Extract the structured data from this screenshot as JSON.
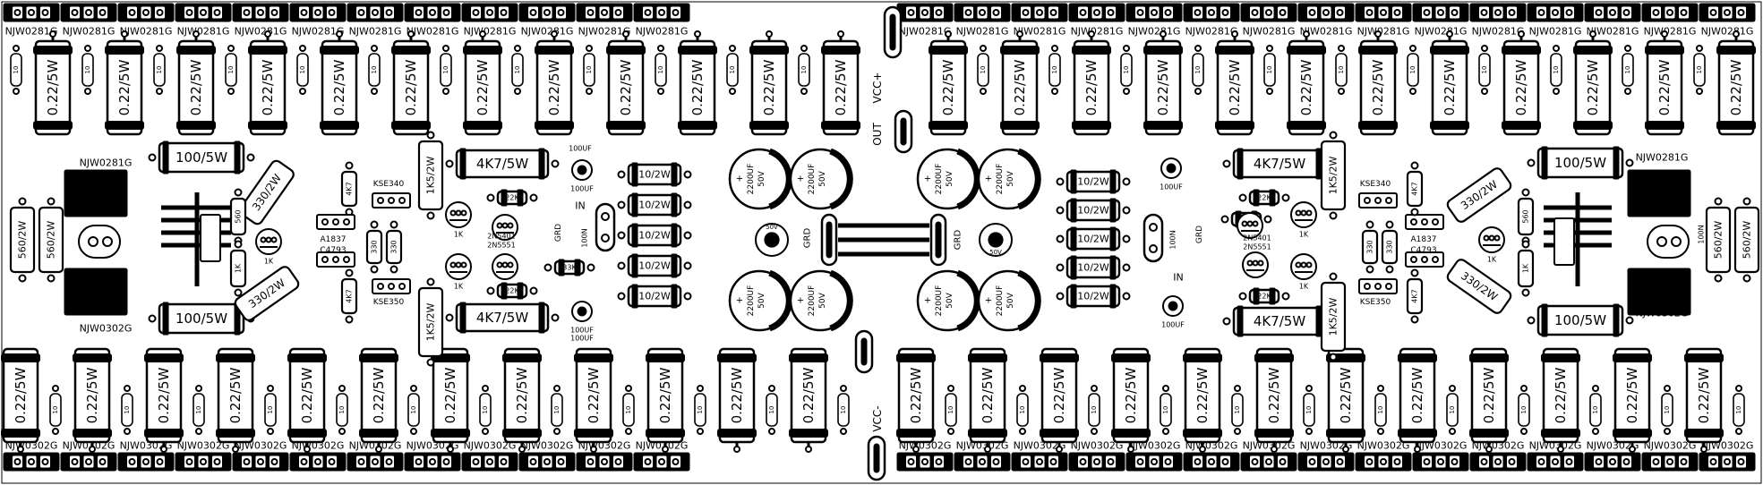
{
  "colors": {
    "ink": "#000000",
    "paper": "#ffffff"
  },
  "transistors": {
    "top": "NJW0281G",
    "bottom": "NJW0302G"
  },
  "resistors": {
    "emitter": "0.22/5W",
    "base": "10",
    "r100": "100/5W",
    "r330": "330/2W",
    "r560": "560/2W",
    "r4k7": "4K7/5W",
    "r1k5": "1K5/2W",
    "r10": "10/2W",
    "r22k": "22K",
    "r33k": "33K",
    "r1k": "1K",
    "r4k7s": "4K7",
    "r560s": "560",
    "r330s": "330"
  },
  "caps": {
    "big": "2200UF",
    "v50": "50V",
    "uf100": "100UF",
    "n100": "100N",
    "v50uf": "50V"
  },
  "semis": {
    "kse340": "KSE340",
    "kse350": "KSE350",
    "a1837": "A1837",
    "c4793": "C4793",
    "n5401": "2N5401",
    "n5551": "2N5551"
  },
  "connectors": {
    "vcc_pos": "VCC+",
    "vcc_neg": "VCC-",
    "out": "OUT",
    "grd": "GRD",
    "in": "IN"
  }
}
